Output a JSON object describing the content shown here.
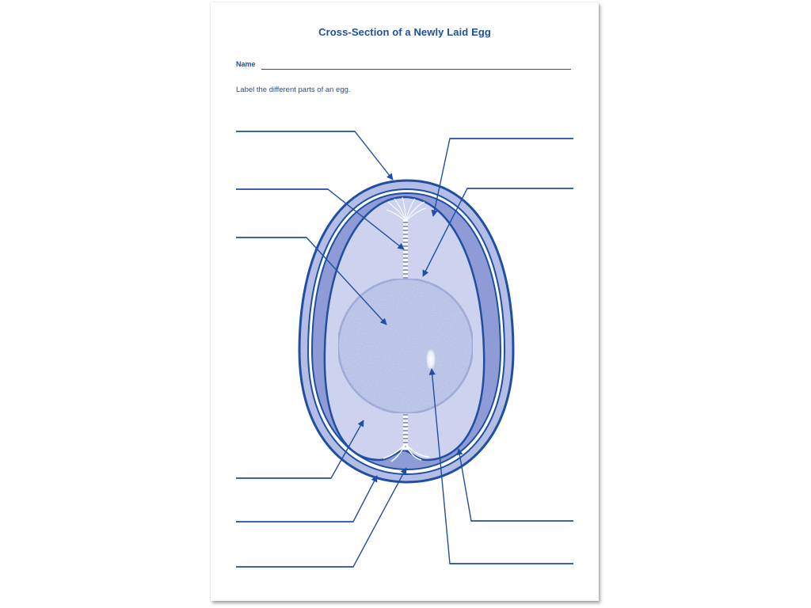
{
  "worksheet": {
    "title": "Cross-Section of a Newly Laid Egg",
    "name_label": "Name",
    "instruction": "Label the different parts of an egg."
  },
  "colors": {
    "ink": "#1f4fa0",
    "shell_fill": "#b3bde6",
    "membrane_fill": "#8e9bd6",
    "white_fill": "#cdd3ee",
    "yolk_fill": "#a9b6e2",
    "yolk_stroke": "#8291d0"
  },
  "icons": {
    "pointer": "arrowhead-icon"
  }
}
